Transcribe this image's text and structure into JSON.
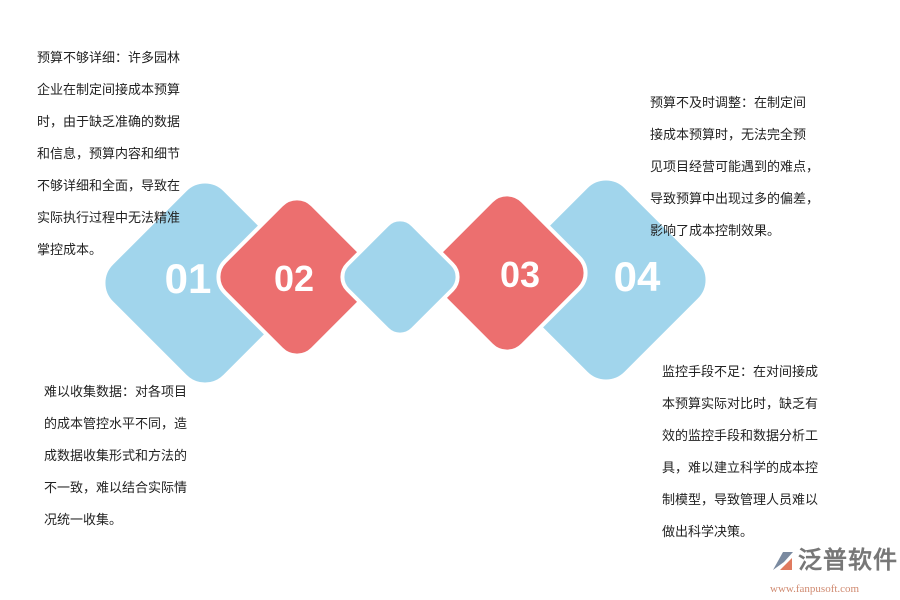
{
  "colors": {
    "blue": "#a1d5ec",
    "red": "#ec6f6f"
  },
  "items": [
    {
      "number": "01",
      "lines": [
        " 预算不够详细：许多园林",
        "企业在制定间接成本预算",
        "时，由于缺乏准确的数据",
        "和信息，预算内容和细节",
        "不够详细和全面，导致在",
        "实际执行过程中无法精准",
        "掌控成本。"
      ]
    },
    {
      "number": "02",
      "lines": [
        "难以收集数据：对各项目",
        "的成本管控水平不同，造",
        "成数据收集形式和方法的",
        "不一致，难以结合实际情",
        "况统一收集。"
      ]
    },
    {
      "number": "03",
      "lines": [
        " 预算不及时调整：在制定间",
        "接成本预算时，无法完全预",
        "见项目经营可能遇到的难点，",
        "导致预算中出现过多的偏差，",
        "影响了成本控制效果。"
      ]
    },
    {
      "number": "04",
      "lines": [
        "监控手段不足：在对间接成",
        "本预算实际对比时，缺乏有",
        "效的监控手段和数据分析工",
        "具，难以建立科学的成本控",
        "制模型，导致管理人员难以",
        "做出科学决策。"
      ]
    }
  ],
  "logo": {
    "name": "泛普软件",
    "url": "www.fanpusoft.com"
  }
}
